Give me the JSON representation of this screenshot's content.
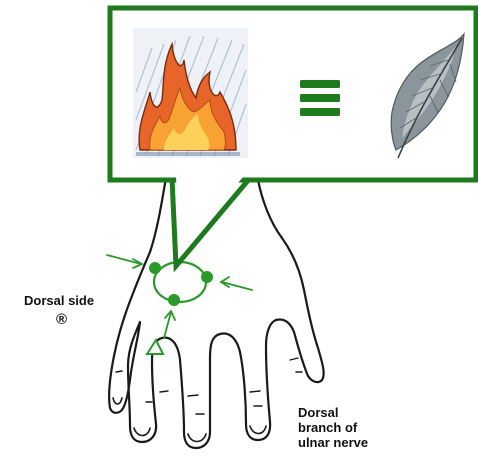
{
  "labels": {
    "dorsal_side": "Dorsal side",
    "registered_symbol": "®",
    "nerve_line1": "Dorsal",
    "nerve_line2": "branch of",
    "nerve_line3": "ulnar nerve"
  },
  "callout": {
    "equals_symbol_name": "equals-sign",
    "left_image": "flame-icon",
    "right_image": "feather-icon"
  },
  "colors": {
    "callout_border": "#1d7a1d",
    "accent_green": "#2a9a2a",
    "outline": "#1a1a1a",
    "flame_orange": "#e8652a",
    "feather_gray": "#7f8a90"
  }
}
